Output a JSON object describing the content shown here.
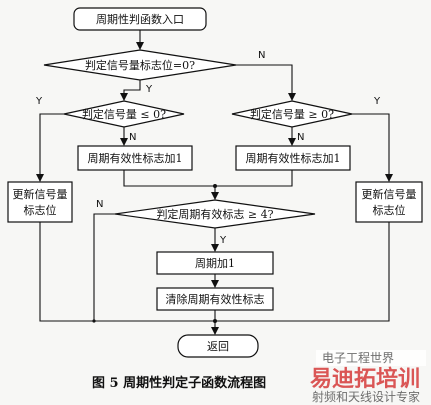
{
  "nodes": {
    "start": "周期性判函数入口",
    "decision_main": "判定信号量标志位=0?",
    "decision_left": "判定信号量 ≤ 0?",
    "decision_right": "判定信号量 ≥ 0?",
    "inc_left": "周期有效性标志加1",
    "inc_right": "周期有效性标志加1",
    "update_left_line1": "更新信号量",
    "update_left_line2": "标志位",
    "update_right_line1": "更新信号量",
    "update_right_line2": "标志位",
    "decision_period": "判定周期有效标志 ≥ 4?",
    "period_inc": "周期加1",
    "clear_flag": "清除周期有效性标志",
    "end": "返回"
  },
  "edge_labels": {
    "main_yes": "Y",
    "main_no": "N",
    "left_yes": "Y",
    "left_no": "N",
    "right_no": "N",
    "right_yes": "Y",
    "period_no": "N",
    "period_yes": "Y"
  },
  "caption": "图 5   周期性判定子函数流程图",
  "watermark": {
    "brand": "易迪拓培训",
    "tagline": "射频和天线设计专家",
    "badge": "电子工程世界"
  }
}
